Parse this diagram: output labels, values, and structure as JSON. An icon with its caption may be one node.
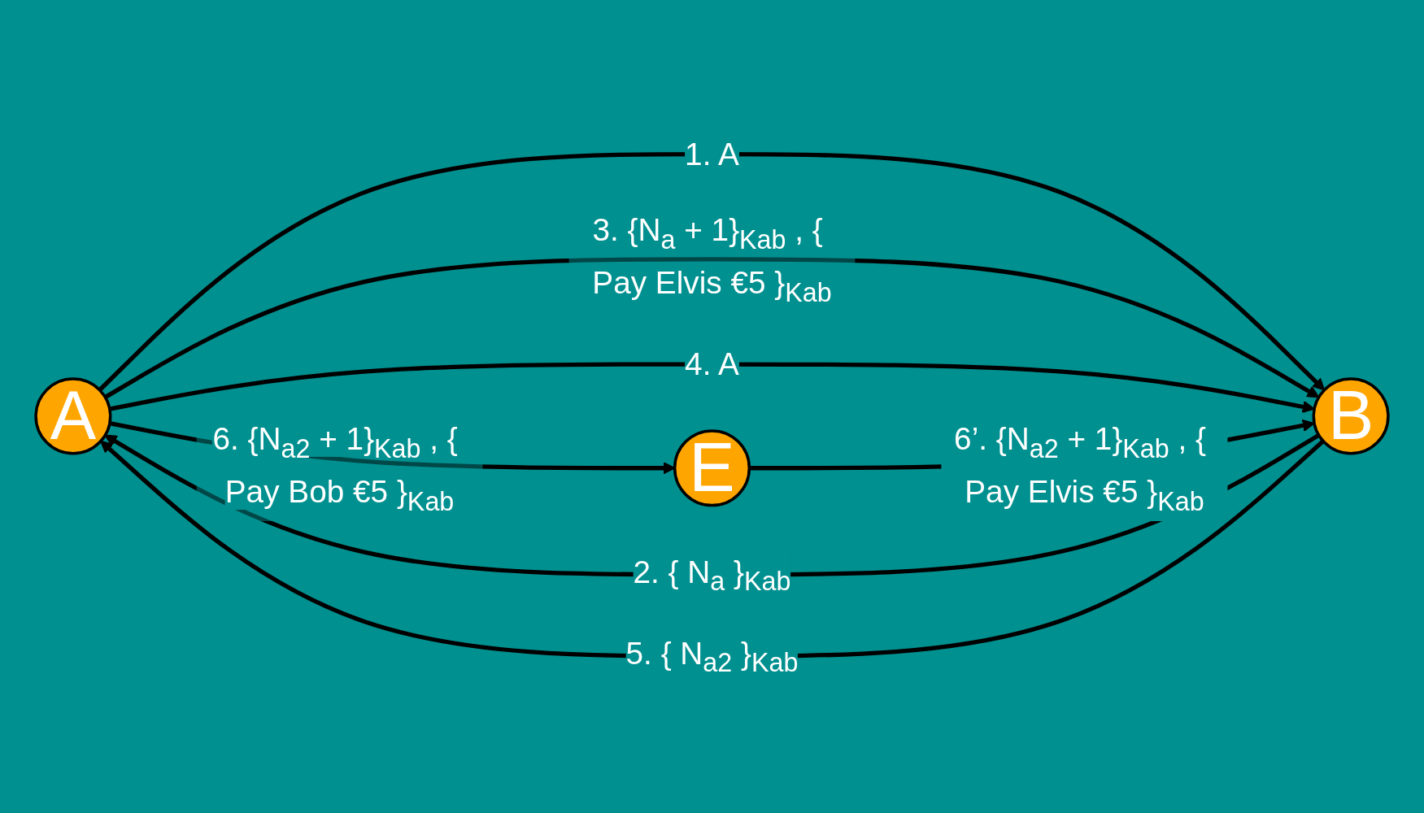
{
  "diagram": {
    "nodes": [
      {
        "text": [
          "A"
        ]
      },
      {
        "text": [
          "B"
        ]
      },
      {
        "text": [
          "E"
        ]
      }
    ],
    "edges": [
      {
        "from": 0,
        "to": 1,
        "arrow": "to",
        "label": "1. A"
      },
      {
        "from": 1,
        "to": 0,
        "arrow": "to",
        "label": "2. { N$_{a}$ }$_{Kab}$"
      },
      {
        "from": 0,
        "to": 1,
        "arrow": "to",
        "label": "3. {N$_{a}$ + 1}$_{Kab}$ , { Pay Elvis €5 }$_{Kab}$"
      },
      {
        "from": 0,
        "to": 1,
        "arrow": "to",
        "label": "4. A"
      },
      {
        "from": 1,
        "to": 0,
        "arrow": "to",
        "label": "5. { N$_{a2}$ }$_{Kab}$"
      },
      {
        "from": 0,
        "to": 2,
        "arrow": "to",
        "label": "6. {N$_{a2}$ + 1}$_{Kab}$ , { Pay Bob €5 }$_{Kab}$"
      },
      {
        "from": 2,
        "to": 1,
        "arrow": "to",
        "label": "6’. {N$_{a2}$ + 1}$_{Kab}$ , { Pay Elvis €5 }$_{Kab}$"
      }
    ]
  }
}
